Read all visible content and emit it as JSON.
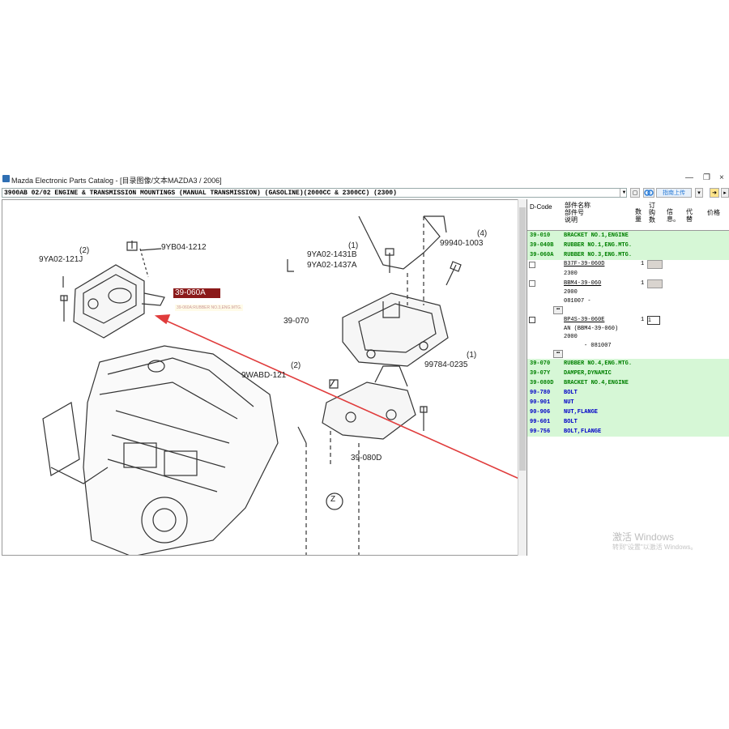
{
  "window": {
    "title": "Mazda Electronic Parts Catalog - [目录图像/文本MAZDA3 / 2006]",
    "minimize": "—",
    "restore": "❐",
    "close": "×"
  },
  "toolbar": {
    "section_title": "3900AB 02/02 ENGINE & TRANSMISSION MOUNTINGS (MANUAL TRANSMISSION) (GASOLINE)(2000CC & 2300CC) (2300)",
    "upload_label": "指南上传"
  },
  "diagram": {
    "labels": [
      "(2)",
      "9YA02-121J",
      "9YB04-1212",
      "39-060A",
      "(1)",
      "9YA02-1431B",
      "9YA02-1437A",
      "(4)",
      "99940-1003",
      "39-070",
      "(2)",
      "9WABD-121",
      "(1)",
      "99784-0235",
      "39-080D",
      "Z"
    ],
    "highlight_label": "39-060A",
    "tooltip": "39-060A:RUBBER NO.3,ENG.MTG."
  },
  "parts_table": {
    "headers": {
      "dcode": "D-Code",
      "name": "部件名称\n部件号\n说明",
      "qty": "数量",
      "order": "订购数",
      "info": "信息。",
      "subst": "代替",
      "price": "价格"
    },
    "rows_top": [
      {
        "code": "39-010",
        "name": "BRACKET NO.1,ENGINE"
      },
      {
        "code": "39-040B",
        "name": "RUBBER NO.1,ENG.MTG."
      },
      {
        "code": "39-060A",
        "name": "RUBBER NO.3,ENG.MTG."
      }
    ],
    "sub_items": [
      {
        "part": "B37F-39-060D",
        "qty": "1",
        "note1": "2300",
        "note2": ""
      },
      {
        "part": "BBM4-39-060",
        "qty": "1",
        "note1": "2000",
        "note2": "081007 -"
      },
      {
        "part": "BP4S-39-060E",
        "qty": "1",
        "note1": "AN (BBM4-39-060)",
        "note2": "2000",
        "note3": "- 081007",
        "order": "1"
      }
    ],
    "rows_bottom": [
      {
        "code": "39-070",
        "name": "RUBBER NO.4,ENG.MTG."
      },
      {
        "code": "39-07Y",
        "name": "DAMPER,DYNAMIC"
      },
      {
        "code": "39-080D",
        "name": "BRACKET NO.4,ENGINE"
      },
      {
        "code": "90-780",
        "name": "BOLT"
      },
      {
        "code": "90-901",
        "name": "NUT"
      },
      {
        "code": "90-906",
        "name": "NUT,FLANGE"
      },
      {
        "code": "99-601",
        "name": "BOLT"
      },
      {
        "code": "99-756",
        "name": "BOLT,FLANGE"
      }
    ]
  },
  "activation": {
    "line1": "激活 Windows",
    "line2": "转到\"设置\"以激活 Windows。"
  },
  "colors": {
    "green_row": "#d6f7d6",
    "green_text": "#008000",
    "blue_text": "#0000c8",
    "highlight": "#8b1a1a",
    "arrow": "#e03c3c"
  }
}
